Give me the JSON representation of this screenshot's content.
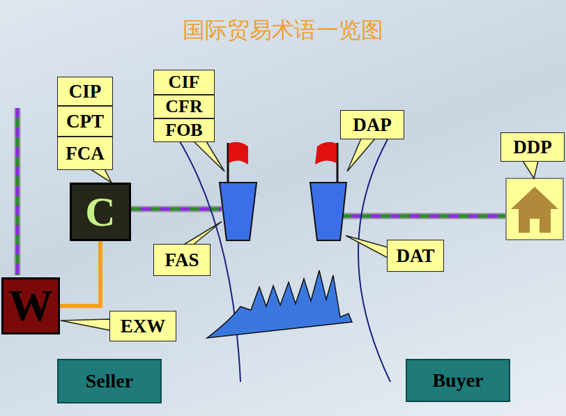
{
  "diagram": {
    "title": "国际贸易术语一览图",
    "nodes": [
      {
        "text": [
          "CIP"
        ]
      },
      {
        "text": [
          "CPT"
        ]
      },
      {
        "text": [
          "FCA"
        ]
      },
      {
        "text": [
          "CIF"
        ]
      },
      {
        "text": [
          "CFR"
        ]
      },
      {
        "text": [
          "FOB"
        ]
      },
      {
        "text": [
          "DAP"
        ]
      },
      {
        "text": [
          "DDP"
        ]
      },
      {
        "text": [
          "C"
        ]
      },
      {
        "text": [
          "FAS"
        ]
      },
      {
        "text": [
          "DAT"
        ]
      },
      {
        "text": [
          "W"
        ]
      },
      {
        "text": [
          "EXW"
        ]
      },
      {
        "text": [
          "Seller"
        ]
      },
      {
        "text": [
          "Buyer"
        ]
      }
    ],
    "edges": [
      {
        "from": 11,
        "to": 8,
        "arrow": "none"
      }
    ]
  }
}
